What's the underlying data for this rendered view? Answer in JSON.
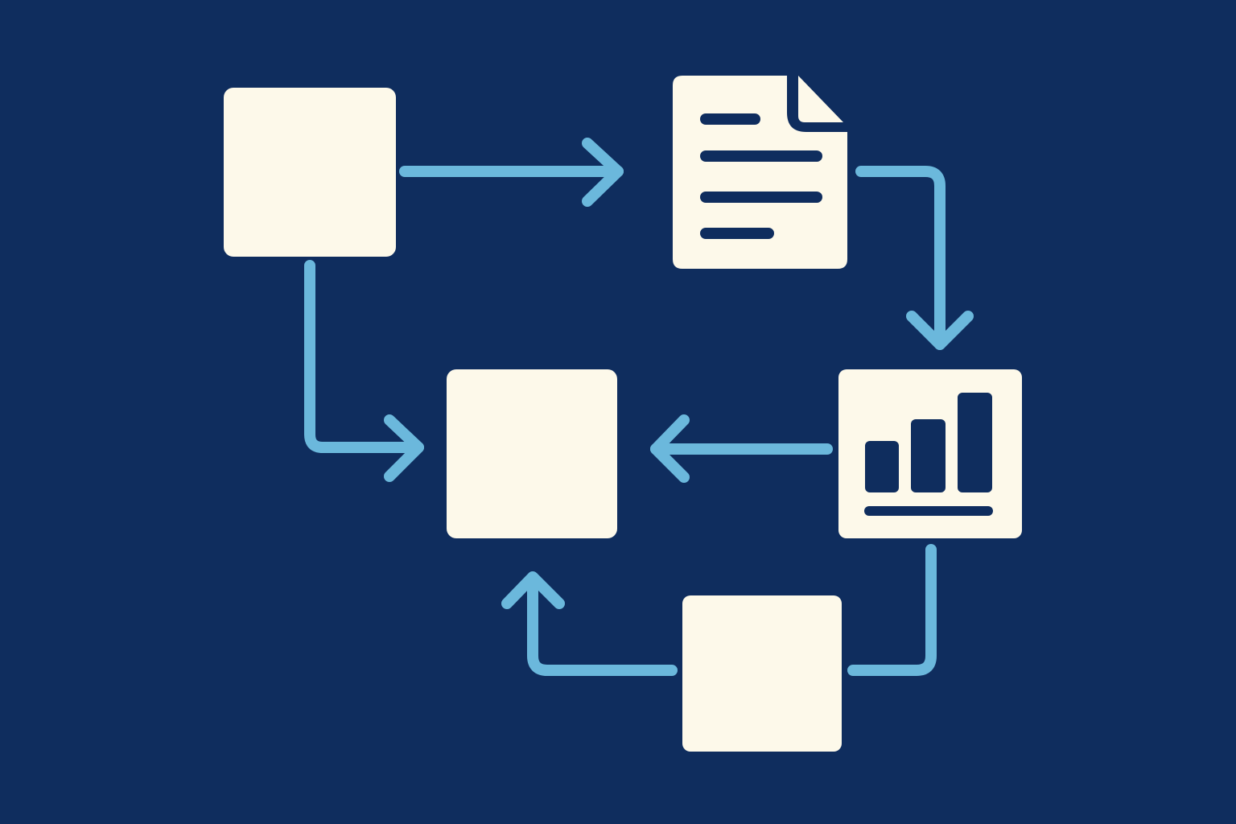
{
  "colors": {
    "background": "#0f2d5e",
    "node_fill": "#fdf9ea",
    "connector": "#6bb8dc",
    "icon_detail": "#0f2d5e"
  },
  "nodes": [
    {
      "id": "top-left",
      "icon": "blank-square"
    },
    {
      "id": "document",
      "icon": "document-icon"
    },
    {
      "id": "center",
      "icon": "blank-square"
    },
    {
      "id": "chart",
      "icon": "bar-chart-icon"
    },
    {
      "id": "bottom",
      "icon": "blank-square"
    }
  ],
  "edges": [
    {
      "from": "top-left",
      "to": "document"
    },
    {
      "from": "document",
      "to": "chart"
    },
    {
      "from": "top-left",
      "to": "center"
    },
    {
      "from": "chart",
      "to": "center"
    },
    {
      "from": "chart",
      "to": "bottom"
    },
    {
      "from": "bottom",
      "to": "center"
    }
  ]
}
